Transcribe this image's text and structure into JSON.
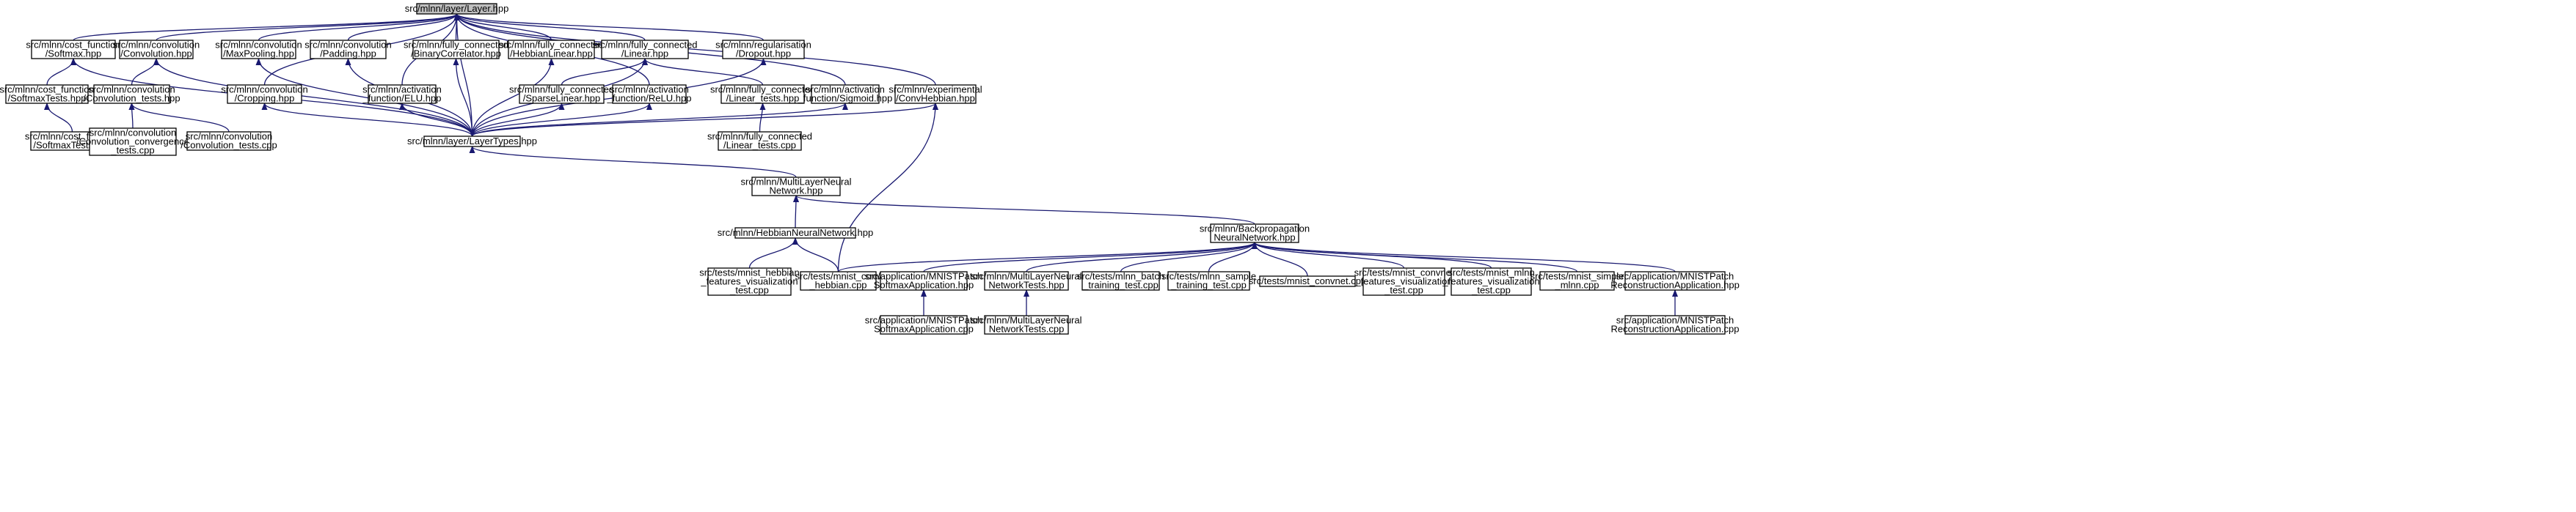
{
  "colors": {
    "edge": "#191970",
    "root_fill": "#bfbfbf",
    "node_fill": "#ffffff",
    "node_border": "#000000"
  },
  "nodes": [
    {
      "id": "layer",
      "lines": [
        "src/mlnn/layer/Layer.hpp"
      ],
      "root": true
    },
    {
      "id": "softmax",
      "lines": [
        "src/mlnn/cost_function",
        "/Softmax.hpp"
      ]
    },
    {
      "id": "convolution",
      "lines": [
        "src/mlnn/convolution",
        "/Convolution.hpp"
      ]
    },
    {
      "id": "maxpooling",
      "lines": [
        "src/mlnn/convolution",
        "/MaxPooling.hpp"
      ]
    },
    {
      "id": "padding",
      "lines": [
        "src/mlnn/convolution",
        "/Padding.hpp"
      ]
    },
    {
      "id": "binarycorrelator",
      "lines": [
        "src/mlnn/fully_connected",
        "/BinaryCorrelator.hpp"
      ]
    },
    {
      "id": "hebbianlinear",
      "lines": [
        "src/mlnn/fully_connected",
        "/HebbianLinear.hpp"
      ]
    },
    {
      "id": "linear",
      "lines": [
        "src/mlnn/fully_connected",
        "/Linear.hpp"
      ]
    },
    {
      "id": "dropout",
      "lines": [
        "src/mlnn/regularisation",
        "/Dropout.hpp"
      ]
    },
    {
      "id": "softmaxtests",
      "lines": [
        "src/mlnn/cost_function",
        "/SoftmaxTests.hpp"
      ]
    },
    {
      "id": "convtests",
      "lines": [
        "src/mlnn/convolution",
        "/Convolution_tests.hpp"
      ]
    },
    {
      "id": "cropping",
      "lines": [
        "src/mlnn/convolution",
        "/Cropping.hpp"
      ]
    },
    {
      "id": "elu",
      "lines": [
        "src/mlnn/activation",
        "_function/ELU.hpp"
      ]
    },
    {
      "id": "sparselinear",
      "lines": [
        "src/mlnn/fully_connected",
        "/SparseLinear.hpp"
      ]
    },
    {
      "id": "relu",
      "lines": [
        "src/mlnn/activation",
        "_function/ReLU.hpp"
      ]
    },
    {
      "id": "lineartests",
      "lines": [
        "src/mlnn/fully_connected",
        "/Linear_tests.hpp"
      ]
    },
    {
      "id": "sigmoid",
      "lines": [
        "src/mlnn/activation",
        "_function/Sigmoid.hpp"
      ]
    },
    {
      "id": "convhebbian",
      "lines": [
        "src/mlnn/experimental",
        "/ConvHebbian.hpp"
      ]
    },
    {
      "id": "softmaxtestscpp",
      "lines": [
        "src/mlnn/cost_function",
        "/SoftmaxTests.cpp"
      ]
    },
    {
      "id": "convconvergence",
      "lines": [
        "src/mlnn/convolution",
        "/Convolution_convergence",
        "_tests.cpp"
      ]
    },
    {
      "id": "convtestscpp",
      "lines": [
        "src/mlnn/convolution",
        "/Convolution_tests.cpp"
      ]
    },
    {
      "id": "layertypes",
      "lines": [
        "src/mlnn/layer/LayerTypes.hpp"
      ]
    },
    {
      "id": "lineartestscpp",
      "lines": [
        "src/mlnn/fully_connected",
        "/Linear_tests.cpp"
      ]
    },
    {
      "id": "multilayer",
      "lines": [
        "src/mlnn/MultiLayerNeural",
        "Network.hpp"
      ]
    },
    {
      "id": "hebbiannn",
      "lines": [
        "src/mlnn/HebbianNeuralNetwork.hpp"
      ]
    },
    {
      "id": "backprop",
      "lines": [
        "src/mlnn/Backpropagation",
        "NeuralNetwork.hpp"
      ]
    },
    {
      "id": "mnisthebbianvis",
      "lines": [
        "src/tests/mnist_hebbian",
        "_features_visualization",
        "_test.cpp"
      ]
    },
    {
      "id": "mnistconvhebbian",
      "lines": [
        "src/tests/mnist_conv",
        "_hebbian.cpp"
      ]
    },
    {
      "id": "mnistpatchsoftmax",
      "lines": [
        "src/application/MNISTPatch",
        "SoftmaxApplication.hpp"
      ]
    },
    {
      "id": "multilayertests",
      "lines": [
        "src/mlnn/MultiLayerNeural",
        "NetworkTests.hpp"
      ]
    },
    {
      "id": "batchtraining",
      "lines": [
        "src/tests/mlnn_batch",
        "_training_test.cpp"
      ]
    },
    {
      "id": "sampletraining",
      "lines": [
        "src/tests/mlnn_sample",
        "_training_test.cpp"
      ]
    },
    {
      "id": "mnistconvnet",
      "lines": [
        "src/tests/mnist_convnet.cpp"
      ]
    },
    {
      "id": "mnistconvnetvis",
      "lines": [
        "src/tests/mnist_convnet",
        "_features_visualization",
        "_test.cpp"
      ]
    },
    {
      "id": "mnistmlnnvis",
      "lines": [
        "src/tests/mnist_mlnn",
        "_features_visualization",
        "_test.cpp"
      ]
    },
    {
      "id": "mnistsimple",
      "lines": [
        "src/tests/mnist_simple",
        "_mlnn.cpp"
      ]
    },
    {
      "id": "mnistpatchrecon",
      "lines": [
        "src/application/MNISTPatch",
        "ReconstructionApplication.hpp"
      ]
    },
    {
      "id": "mnistpatchsoftmaxcpp",
      "lines": [
        "src/application/MNISTPatch",
        "SoftmaxApplication.cpp"
      ]
    },
    {
      "id": "multilayertestscpp",
      "lines": [
        "src/mlnn/MultiLayerNeural",
        "NetworkTests.cpp"
      ]
    },
    {
      "id": "mnistpatchreconcpp",
      "lines": [
        "src/application/MNISTPatch",
        "ReconstructionApplication.cpp"
      ]
    }
  ],
  "edges": [
    [
      "softmax",
      "layer"
    ],
    [
      "convolution",
      "layer"
    ],
    [
      "maxpooling",
      "layer"
    ],
    [
      "padding",
      "layer"
    ],
    [
      "binarycorrelator",
      "layer"
    ],
    [
      "hebbianlinear",
      "layer"
    ],
    [
      "linear",
      "layer"
    ],
    [
      "dropout",
      "layer"
    ],
    [
      "cropping",
      "layer"
    ],
    [
      "elu",
      "layer"
    ],
    [
      "relu",
      "layer"
    ],
    [
      "sigmoid",
      "layer"
    ],
    [
      "convhebbian",
      "layer"
    ],
    [
      "layertypes",
      "layer"
    ],
    [
      "softmaxtests",
      "softmax"
    ],
    [
      "layertypes",
      "softmax"
    ],
    [
      "convtests",
      "convolution"
    ],
    [
      "layertypes",
      "convolution"
    ],
    [
      "layertypes",
      "maxpooling"
    ],
    [
      "layertypes",
      "padding"
    ],
    [
      "layertypes",
      "binarycorrelator"
    ],
    [
      "layertypes",
      "hebbianlinear"
    ],
    [
      "sparselinear",
      "linear"
    ],
    [
      "lineartests",
      "linear"
    ],
    [
      "layertypes",
      "linear"
    ],
    [
      "layertypes",
      "dropout"
    ],
    [
      "softmaxtestscpp",
      "softmaxtests"
    ],
    [
      "convconvergence",
      "convtests"
    ],
    [
      "convtestscpp",
      "convtests"
    ],
    [
      "layertypes",
      "cropping"
    ],
    [
      "layertypes",
      "elu"
    ],
    [
      "layertypes",
      "sparselinear"
    ],
    [
      "layertypes",
      "relu"
    ],
    [
      "lineartestscpp",
      "lineartests"
    ],
    [
      "layertypes",
      "sigmoid"
    ],
    [
      "layertypes",
      "convhebbian"
    ],
    [
      "mnistconvhebbian",
      "convhebbian"
    ],
    [
      "multilayer",
      "layertypes"
    ],
    [
      "hebbiannn",
      "multilayer"
    ],
    [
      "backprop",
      "multilayer"
    ],
    [
      "mnisthebbianvis",
      "hebbiannn"
    ],
    [
      "mnistconvhebbian",
      "hebbiannn"
    ],
    [
      "mnistconvhebbian",
      "backprop"
    ],
    [
      "mnistpatchsoftmax",
      "backprop"
    ],
    [
      "multilayertests",
      "backprop"
    ],
    [
      "batchtraining",
      "backprop"
    ],
    [
      "sampletraining",
      "backprop"
    ],
    [
      "mnistconvnet",
      "backprop"
    ],
    [
      "mnistconvnetvis",
      "backprop"
    ],
    [
      "mnistmlnnvis",
      "backprop"
    ],
    [
      "mnistsimple",
      "backprop"
    ],
    [
      "mnistpatchrecon",
      "backprop"
    ],
    [
      "mnistpatchsoftmaxcpp",
      "mnistpatchsoftmax"
    ],
    [
      "multilayertestscpp",
      "multilayertests"
    ],
    [
      "mnistpatchreconcpp",
      "mnistpatchrecon"
    ]
  ]
}
